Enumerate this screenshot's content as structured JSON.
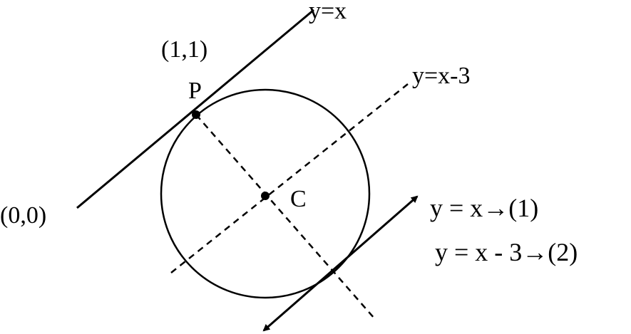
{
  "labels": {
    "line1": "y=x",
    "line2": "y=x-3",
    "point_p_coords": "(1,1)",
    "point_p": "P",
    "center": "C",
    "origin": "(0,0)",
    "eq1": "y = x→(1)",
    "eq2": "y = x - 3→(2)"
  },
  "colors": {
    "stroke": "#000000",
    "background": "#ffffff"
  }
}
